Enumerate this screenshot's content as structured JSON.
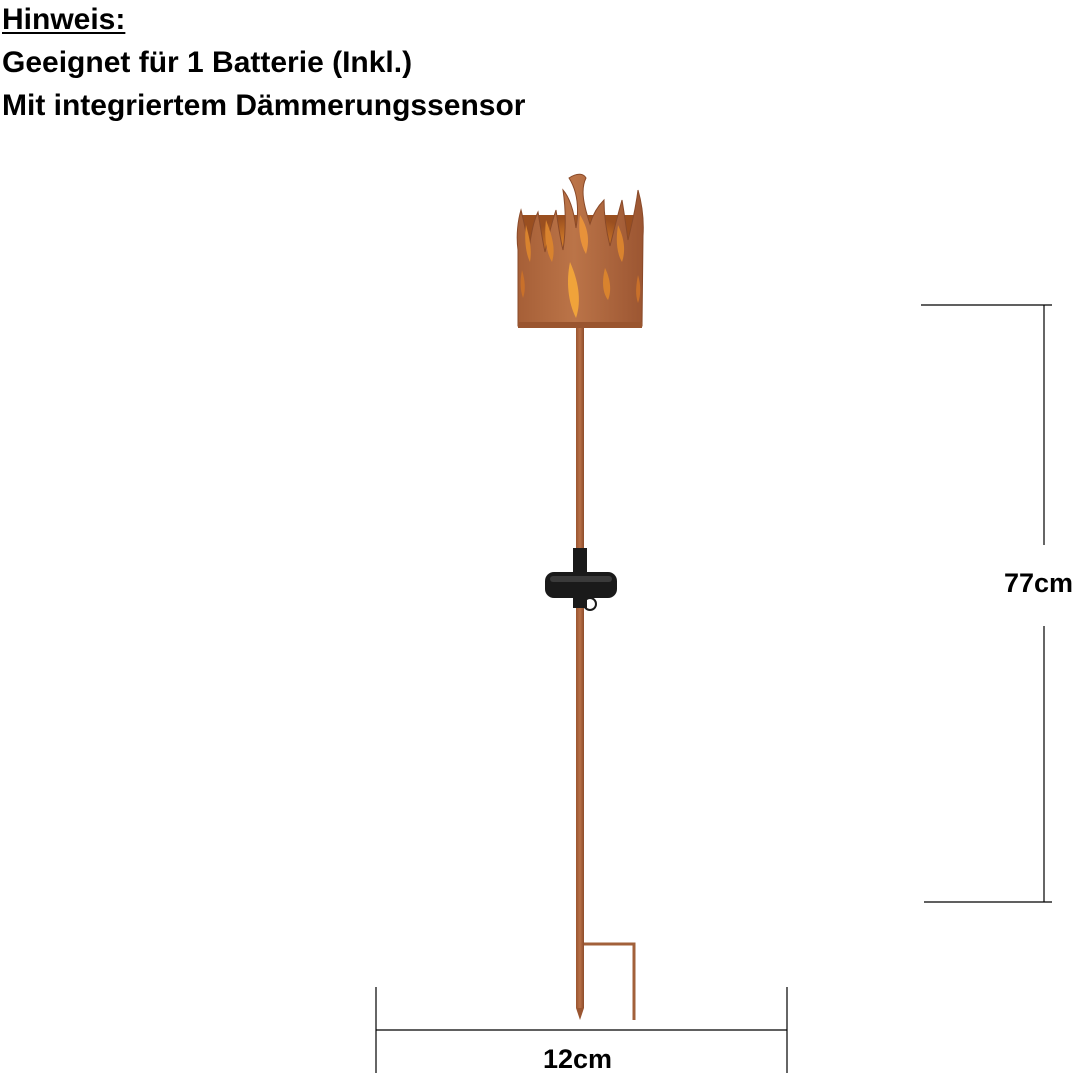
{
  "note": {
    "heading": "Hinweis:",
    "line1": "Geeignet für 1 Batterie (Inkl.)",
    "line2": "Mit integriertem Dämmerungssensor"
  },
  "dimensions": {
    "height_label": "77cm",
    "width_label": "12cm"
  },
  "colors": {
    "rust": "#b0693f",
    "rust_dark": "#8a4a29",
    "glow": "#e08a2a",
    "black": "#1a1a1a"
  }
}
